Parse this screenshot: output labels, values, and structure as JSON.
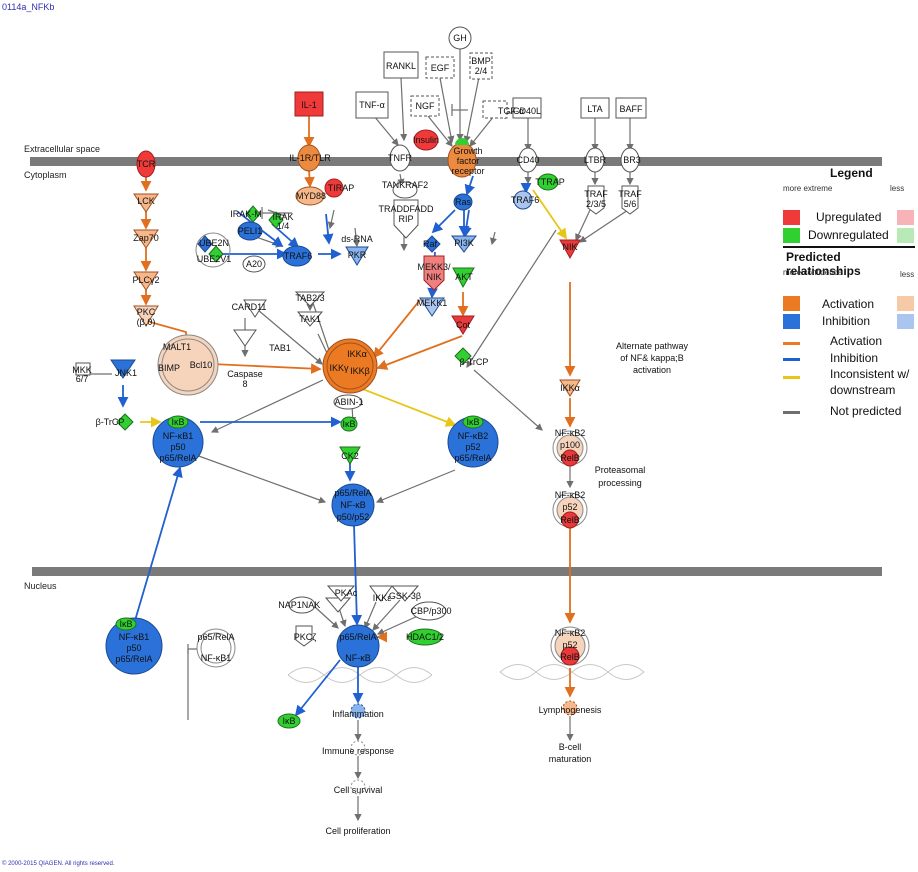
{
  "pathway_title": "0114a_NFKb",
  "copyright": "© 2000-2015 QIAGEN. All rights reserved.",
  "regions": {
    "extracellular": "Extracellular space",
    "cytoplasm": "Cytoplasm",
    "nucleus": "Nucleus"
  },
  "legend": {
    "title": "Legend",
    "more_extreme": "more extreme",
    "less": "less",
    "upregulated": "Upregulated",
    "downregulated": "Downregulated",
    "predicted_title": "Predicted relationships",
    "more_confidence": "more confidence",
    "less2": "less",
    "activation": "Activation",
    "inhibition": "Inhibition",
    "line_activation": "Activation",
    "line_inhibition": "Inhibition",
    "line_inconsistent_1": "Inconsistent w/",
    "line_inconsistent_2": "downstream",
    "line_not_predicted": "Not predicted",
    "colors": {
      "up": "#f03a3a",
      "up_light": "#f7b3b8",
      "down": "#2fd02f",
      "down_light": "#b8eab8",
      "act": "#ec7a22",
      "act_light": "#f6c9a7",
      "inh": "#2a72d9",
      "inh_light": "#aac6ee",
      "yellow": "#e8c618",
      "gray": "#6f6f6f"
    }
  },
  "nodes": {
    "rankl": "RANKL",
    "egf": "EGF",
    "gh": "GH",
    "bmp": [
      "BMP",
      "2/4"
    ],
    "tnfa": "TNF-α",
    "ngf": "NGF",
    "tgfa": "TGF-α",
    "cd40l": "CD40L",
    "lta": "LTA",
    "baff": "BAFF",
    "il1": "IL-1",
    "tcr": "TCR",
    "il1r": "IL-1R/TLR",
    "tnfr": "TNFR",
    "insulin": "Insulin",
    "gfr": [
      "Growth",
      "factor",
      "receptor"
    ],
    "cd40": "CD40",
    "ltbr": "LTBR",
    "br3": "BR3",
    "lck": "LCK",
    "myd88": "MYD88",
    "tirap": "TIRAP",
    "tankraf2": "TANKRAF2",
    "traddfadd": [
      "TRADDFADD",
      "RIP"
    ],
    "ttrap": "TTRAP",
    "traf6r": "TRAF6",
    "traf235": [
      "TRAF",
      "2/3/5"
    ],
    "traf56": [
      "TRAF",
      "5/6"
    ],
    "zap70": "Zap70",
    "iraku": "IRAK-M",
    "peli1": "PELI1",
    "irak14": [
      "IRAK",
      "1/4"
    ],
    "ras": "Ras",
    "raf": "Raf",
    "pi3k": "PI3K",
    "nik": "NIK",
    "plcg2": "PLCγ2",
    "ube2n": "UBE2N",
    "ube2v1": "UBE2V1",
    "a20": "A20",
    "dsrna": "ds-RNA",
    "traf6": "TRAF6",
    "pkr": "PKR",
    "mekk3": [
      "MEKK3/",
      "NIK"
    ],
    "akt": "AKT",
    "pkc": [
      "PKC",
      "(β,θ)"
    ],
    "card11": "CARD11",
    "tab23": "TAB2/3",
    "tak1": "TAK1",
    "mekk1": "MEKK1",
    "cot": "Cot",
    "malt1": "MALT1",
    "bimp": "BIMP",
    "bcl10": "Bcl10",
    "tab1": "TAB1",
    "caspase8": [
      "Caspase",
      "8"
    ],
    "ikka": "IKKα",
    "ikkg": "IKKγ",
    "ikkb": "IKKβ",
    "btrcp_r": "β-TrCP",
    "mkk67": [
      "MKK",
      "6/7"
    ],
    "jnk1": "JNK1",
    "abin1": "ABIN-1",
    "alt_pathway": [
      "Alternate pathway",
      "of NF& kappa;B",
      "activation"
    ],
    "ikka2": "IKKα",
    "btrcp_l": "β-TrCP",
    "cx1": [
      "IκB",
      "NF-κB1",
      "p50",
      "p65/RelA"
    ],
    "ikb_mid": "IκB",
    "cx2": [
      "IκB",
      "NF-κB2",
      "p52",
      "p65/RelA"
    ],
    "ck2": "CK2",
    "cx3": [
      "p65/RelA",
      "NF-κB",
      "p50/p52"
    ],
    "cx4": [
      "NF-κB2",
      "p100",
      "RelB"
    ],
    "proteasomal": [
      "Proteasomal",
      "processing"
    ],
    "cx5": [
      "NF-κB2",
      "p52",
      "RelB"
    ],
    "nap1": "NAP1",
    "nak": "NAK",
    "pkac": "PKAc",
    "ikke": "IKKε",
    "gsk3b": "GSK-3β",
    "cbp": "CBP/p300",
    "pkcz": "PKCζ",
    "hdac": "HDAC1/2",
    "cx6": [
      "p65/RelA",
      "NF-κB"
    ],
    "cx7": [
      "IκB",
      "NF-κB1",
      "p50",
      "p65/RelA"
    ],
    "cx8": [
      "p65/RelA",
      "NF-κB1"
    ],
    "cx9": [
      "NF-κB2",
      "p52",
      "RelB"
    ],
    "ikb_low": "IκB",
    "inflammation": "Inflammation",
    "immune": "Immune response",
    "survival": "Cell survival",
    "proliferation": "Cell proliferation",
    "lymphogenesis": "Lymphogenesis",
    "bcell": [
      "B-cell",
      "maturation"
    ]
  }
}
